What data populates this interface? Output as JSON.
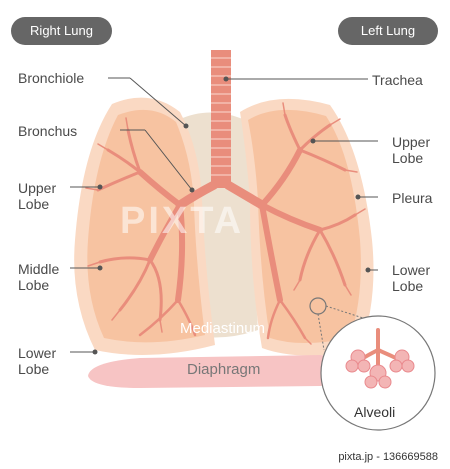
{
  "headers": {
    "right_lung": "Right Lung",
    "left_lung": "Left Lung"
  },
  "labels": {
    "bronchiole": "Bronchiole",
    "bronchus": "Bronchus",
    "right_upper_lobe": "Upper\nLobe",
    "right_middle_lobe": "Middle\nLobe",
    "right_lower_lobe": "Lower\nLobe",
    "trachea": "Trachea",
    "left_upper_lobe": "Upper\nLobe",
    "pleura": "Pleura",
    "left_lower_lobe": "Lower\nLobe",
    "mediastinum": "Mediastinum",
    "diaphragm": "Diaphragm",
    "alveoli": "Alveoli"
  },
  "watermark": "PIXTA",
  "footer": "pixta.jp - 136669588",
  "colors": {
    "lung_outer": "#FAD9C3",
    "lung_inner": "#F7C3A1",
    "airway": "#E98D7C",
    "airway_dark": "#D9735F",
    "mediastinum": "#EDE0CF",
    "diaphragm": "#F7C4C4",
    "pill_bg": "#666666"
  }
}
